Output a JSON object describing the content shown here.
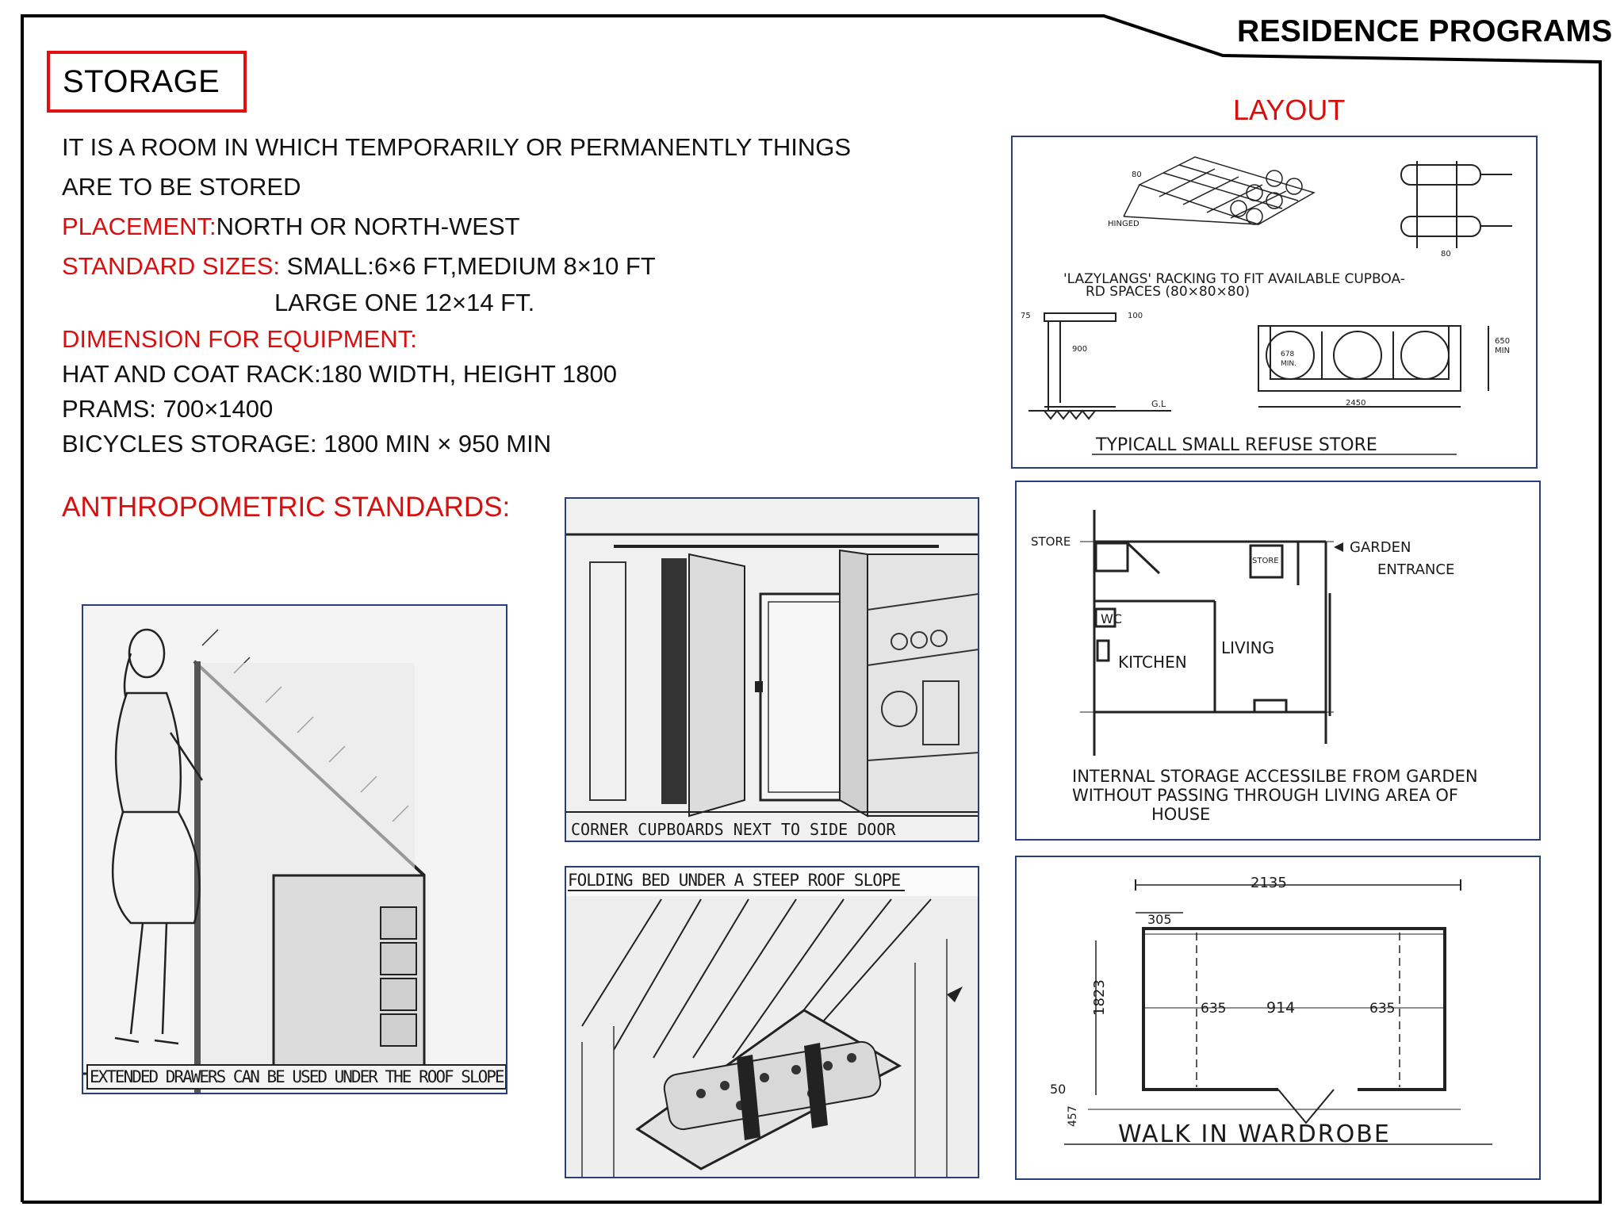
{
  "header": {
    "title": "RESIDENCE PROGRAMS"
  },
  "section": {
    "title": "STORAGE"
  },
  "definition": {
    "line1": "IT IS A ROOM IN WHICH TEMPORARILY OR PERMANENTLY THINGS",
    "line2": "ARE TO BE STORED"
  },
  "placement": {
    "label": "PLACEMENT:",
    "value": "NORTH OR NORTH-WEST"
  },
  "standard_sizes": {
    "label": "STANDARD SIZES: ",
    "value1": "SMALL:6×6 FT,MEDIUM 8×10 FT",
    "value2": "LARGE ONE 12×14 FT."
  },
  "equipment": {
    "label": "DIMENSION FOR EQUIPMENT:",
    "items": [
      "HAT AND COAT RACK:180 WIDTH, HEIGHT 1800",
      "PRAMS: 700×1400",
      "BICYCLES STORAGE: 1800 MIN × 950 MIN"
    ]
  },
  "anthropometric": {
    "title": "ANTHROPOMETRIC STANDARDS:"
  },
  "layout": {
    "title": "LAYOUT"
  },
  "sketches": {
    "attic_drawers": {
      "caption": "EXTENDED DRAWERS CAN BE USED UNDER THE ROOF SLOPE"
    },
    "corner_cupboards": {
      "caption": "CORNER CUPBOARDS NEXT TO SIDE DOOR"
    },
    "folding_bed": {
      "caption": "FOLDING BED UNDER A STEEP ROOF SLOPE"
    }
  },
  "layouts": {
    "racking": {
      "caption_line1": "'LAZYLANGS' RACKING TO FIT AVAILABLE CUPBOA-",
      "caption_line2": "RD SPACES (80×80×80)",
      "hinged": "HINGED",
      "dim_80a": "80",
      "dim_80b": "80"
    },
    "refuse": {
      "caption": "TYPICALL SMALL REFUSE STORE",
      "dim_75": "75",
      "dim_100": "100",
      "dim_900": "900",
      "gl": "G.L",
      "dim_678": "678",
      "min": "MIN.",
      "dim_650": "650",
      "min2": "MIN",
      "dim_2450": "2450"
    },
    "plan": {
      "store": "STORE",
      "store_box": "STORE",
      "garden": "GARDEN",
      "entrance": "ENTRANCE",
      "wc": "WC",
      "kitchen": "KITCHEN",
      "living": "LIVING",
      "caption1": "INTERNAL STORAGE ACCESSILBE FROM GARDEN",
      "caption2": "WITHOUT PASSING THROUGH LIVING AREA OF",
      "caption3": "HOUSE"
    },
    "wardrobe": {
      "caption": "WALK IN WARDROBE",
      "dim_2135": "2135",
      "dim_305": "305",
      "dim_1823": "1823",
      "dim_635a": "635",
      "dim_914": "914",
      "dim_635b": "635",
      "dim_50": "50",
      "dim_457": "457"
    }
  }
}
